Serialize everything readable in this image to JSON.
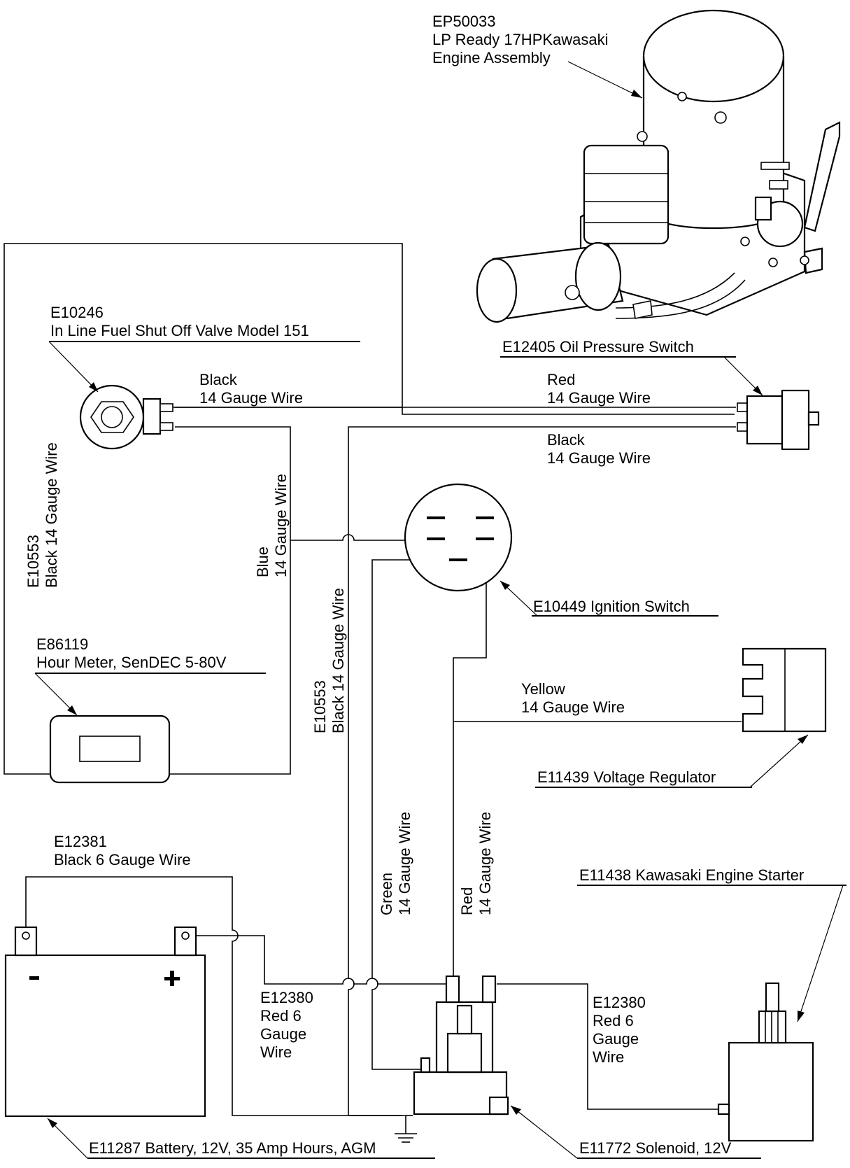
{
  "engine": {
    "part": "EP50033",
    "line1": "LP Ready 17HPKawasaki",
    "line2": "Engine Assembly"
  },
  "fuel_valve": {
    "part": "E10246",
    "name": "In Line Fuel Shut Off Valve Model 151"
  },
  "oil_switch": {
    "label": "E12405 Oil Pressure Switch"
  },
  "ignition_switch": {
    "label": "E10449 Ignition Switch"
  },
  "hour_meter": {
    "part": "E86119",
    "name": "Hour Meter, SenDEC 5-80V"
  },
  "voltage_regulator": {
    "label": "E11439 Voltage Regulator"
  },
  "starter": {
    "label": "E11438 Kawasaki Engine Starter"
  },
  "battery": {
    "label": "E11287 Battery, 12V, 35 Amp Hours, AGM",
    "neg": "-",
    "pos": "+"
  },
  "solenoid": {
    "label": "E11772 Solenoid, 12V"
  },
  "wires": {
    "valve_black": {
      "color": "Black",
      "gauge": "14 Gauge Wire"
    },
    "oil_red": {
      "color": "Red",
      "gauge": "14 Gauge Wire"
    },
    "oil_black": {
      "color": "Black",
      "gauge": "14 Gauge Wire"
    },
    "left_black": {
      "part": "E10553",
      "desc": "Black 14 Gauge Wire"
    },
    "blue": {
      "color": "Blue",
      "gauge": "14 Gauge Wire"
    },
    "mid_black": {
      "part": "E10553",
      "desc": "Black 14 Gauge Wire"
    },
    "yellow": {
      "color": "Yellow",
      "gauge": "14 Gauge Wire"
    },
    "green": {
      "color": "Green",
      "gauge": "14 Gauge Wire"
    },
    "red_vert": {
      "color": "Red",
      "gauge": "14 Gauge Wire"
    },
    "battery_black": {
      "part": "E12381",
      "desc": "Black 6 Gauge Wire"
    },
    "red6_left": {
      "part": "E12380",
      "l1": "Red 6",
      "l2": "Gauge",
      "l3": "Wire"
    },
    "red6_right": {
      "part": "E12380",
      "l1": "Red 6",
      "l2": "Gauge",
      "l3": "Wire"
    }
  }
}
